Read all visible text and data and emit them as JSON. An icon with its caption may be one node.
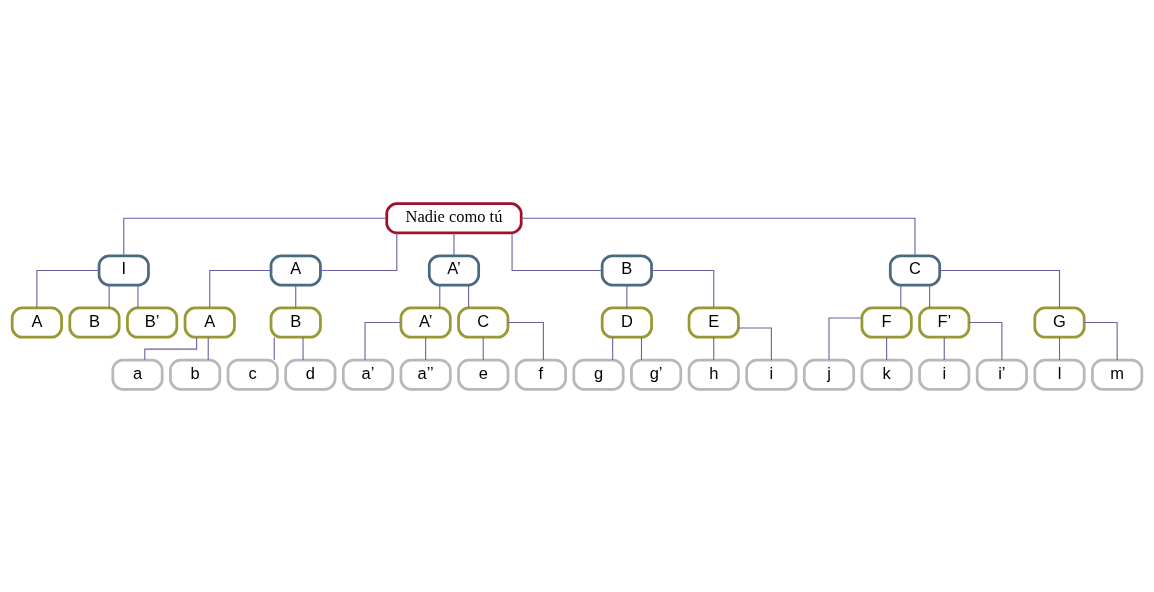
{
  "diagram": {
    "nodes": [
      {
        "text": [
          "Nadie como tú"
        ]
      },
      {
        "text": [
          "I"
        ]
      },
      {
        "text": [
          "A"
        ]
      },
      {
        "text": [
          "A’"
        ]
      },
      {
        "text": [
          "B"
        ]
      },
      {
        "text": [
          "C"
        ]
      },
      {
        "text": [
          "A"
        ]
      },
      {
        "text": [
          "B"
        ]
      },
      {
        "text": [
          "B’"
        ]
      },
      {
        "text": [
          "A"
        ]
      },
      {
        "text": [
          "B"
        ]
      },
      {
        "text": [
          "A’"
        ]
      },
      {
        "text": [
          "C"
        ]
      },
      {
        "text": [
          "D"
        ]
      },
      {
        "text": [
          "E"
        ]
      },
      {
        "text": [
          "F"
        ]
      },
      {
        "text": [
          "a"
        ]
      },
      {
        "text": [
          "b"
        ]
      },
      {
        "text": [
          "c"
        ]
      },
      {
        "text": [
          "d"
        ]
      },
      {
        "text": [
          "a’"
        ]
      },
      {
        "text": [
          "a’’"
        ]
      },
      {
        "text": [
          "e"
        ]
      },
      {
        "text": [
          "f"
        ]
      },
      {
        "text": [
          "g"
        ]
      },
      {
        "text": [
          "g’"
        ]
      },
      {
        "text": [
          "h"
        ]
      },
      {
        "text": [
          "i"
        ]
      },
      {
        "text": [
          "j"
        ]
      },
      {
        "text": [
          "k"
        ]
      },
      {
        "text": [
          "F’"
        ]
      },
      {
        "text": [
          "i"
        ]
      },
      {
        "text": [
          "i’"
        ]
      },
      {
        "text": [
          "G"
        ]
      },
      {
        "text": [
          "l"
        ]
      },
      {
        "text": [
          "m"
        ]
      }
    ],
    "edges": [
      {
        "from": 0,
        "to": 1,
        "arrow": "none"
      },
      {
        "from": 0,
        "to": 2,
        "arrow": "none"
      },
      {
        "from": 0,
        "to": 3,
        "arrow": "none"
      },
      {
        "from": 0,
        "to": 4,
        "arrow": "none"
      },
      {
        "from": 0,
        "to": 5,
        "arrow": "none"
      },
      {
        "from": 1,
        "to": 6,
        "arrow": "none"
      },
      {
        "from": 1,
        "to": 7,
        "arrow": "none"
      },
      {
        "from": 1,
        "to": 8,
        "arrow": "none"
      },
      {
        "from": 2,
        "to": 9,
        "arrow": "none"
      },
      {
        "from": 2,
        "to": 10,
        "arrow": "none"
      },
      {
        "from": 3,
        "to": 11,
        "arrow": "none"
      },
      {
        "from": 3,
        "to": 12,
        "arrow": "none"
      },
      {
        "from": 4,
        "to": 13,
        "arrow": "none"
      },
      {
        "from": 4,
        "to": 14,
        "arrow": "none"
      },
      {
        "from": 5,
        "to": 15,
        "arrow": "none"
      },
      {
        "from": 5,
        "to": 30,
        "arrow": "none"
      },
      {
        "from": 5,
        "to": 33,
        "arrow": "none"
      },
      {
        "from": 9,
        "to": 16,
        "arrow": "none"
      },
      {
        "from": 9,
        "to": 17,
        "arrow": "none"
      },
      {
        "from": 10,
        "to": 18,
        "arrow": "none"
      },
      {
        "from": 10,
        "to": 19,
        "arrow": "none"
      },
      {
        "from": 11,
        "to": 20,
        "arrow": "none"
      },
      {
        "from": 11,
        "to": 21,
        "arrow": "none"
      },
      {
        "from": 12,
        "to": 22,
        "arrow": "none"
      },
      {
        "from": 12,
        "to": 23,
        "arrow": "none"
      },
      {
        "from": 13,
        "to": 24,
        "arrow": "none"
      },
      {
        "from": 13,
        "to": 25,
        "arrow": "none"
      },
      {
        "from": 14,
        "to": 26,
        "arrow": "none"
      },
      {
        "from": 14,
        "to": 27,
        "arrow": "none"
      },
      {
        "from": 15,
        "to": 28,
        "arrow": "none"
      },
      {
        "from": 15,
        "to": 29,
        "arrow": "none"
      },
      {
        "from": 30,
        "to": 31,
        "arrow": "none"
      },
      {
        "from": 30,
        "to": 32,
        "arrow": "none"
      },
      {
        "from": 33,
        "to": 34,
        "arrow": "none"
      },
      {
        "from": 33,
        "to": 35,
        "arrow": "none"
      }
    ]
  }
}
